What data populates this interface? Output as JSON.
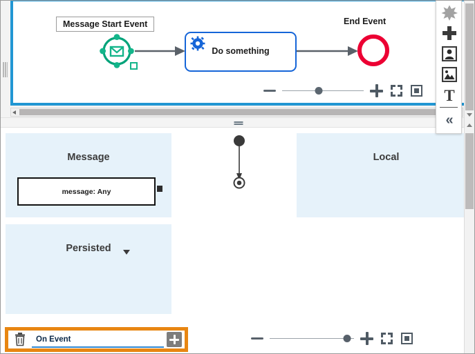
{
  "top_editor": {
    "name": "bpmn-process-editor",
    "diagram": {
      "start_event": {
        "label": "Message Start Event",
        "icon": "envelope-icon",
        "color": "#00a37a",
        "selected": true
      },
      "task": {
        "label": "Do something",
        "icon": "gear-icon",
        "border_color": "#1565d8"
      },
      "end_event": {
        "label": "End Event",
        "color": "#ec0033"
      },
      "connector_color": "#5a6169"
    },
    "zoom_bar": {
      "minus_label": "−",
      "plus_label": "+",
      "fit_label": "Fit to screen",
      "center_label": "Center diagram",
      "slider_percent": 45,
      "color": "#5b6670"
    },
    "scrollbar": {
      "orientation": "horizontal"
    }
  },
  "palette": {
    "items": [
      {
        "name": "sparkle-star-icon",
        "label": "Highlight"
      },
      {
        "name": "plus-cross-icon",
        "label": "Add element"
      },
      {
        "name": "user-portrait-icon",
        "label": "Add actor"
      },
      {
        "name": "image-icon",
        "label": "Add image"
      },
      {
        "name": "text-tool-icon",
        "label": "Add text"
      }
    ],
    "collapse": {
      "name": "collapse-chevron-icon",
      "label": "«"
    }
  },
  "splitter": {
    "grip_label": "="
  },
  "bottom_editor": {
    "name": "state-machine-editor",
    "lanes": [
      {
        "id": "message",
        "title": "Message"
      },
      {
        "id": "local",
        "title": "Local"
      },
      {
        "id": "persisted",
        "title": "Persisted",
        "has_dropdown": true
      }
    ],
    "message_box": {
      "label": "message: Any"
    },
    "activity": {
      "initial_node": "filled-circle",
      "final_node": "bullseye-circle",
      "arrow_direction": "down"
    },
    "toolbar": {
      "highlighted": true,
      "highlight_color": "#e88612",
      "delete_icon": "trash-icon",
      "field_value": "On Event",
      "field_underline_color": "#2f86d0",
      "add_icon": "plus-square-icon"
    },
    "zoom_bar": {
      "minus_label": "−",
      "plus_label": "+",
      "fit_label": "Fit to screen",
      "center_label": "Center diagram",
      "slider_percent": 92,
      "color": "#57606a"
    }
  },
  "scrollbars": {
    "vertical": true,
    "horizontal": true
  }
}
